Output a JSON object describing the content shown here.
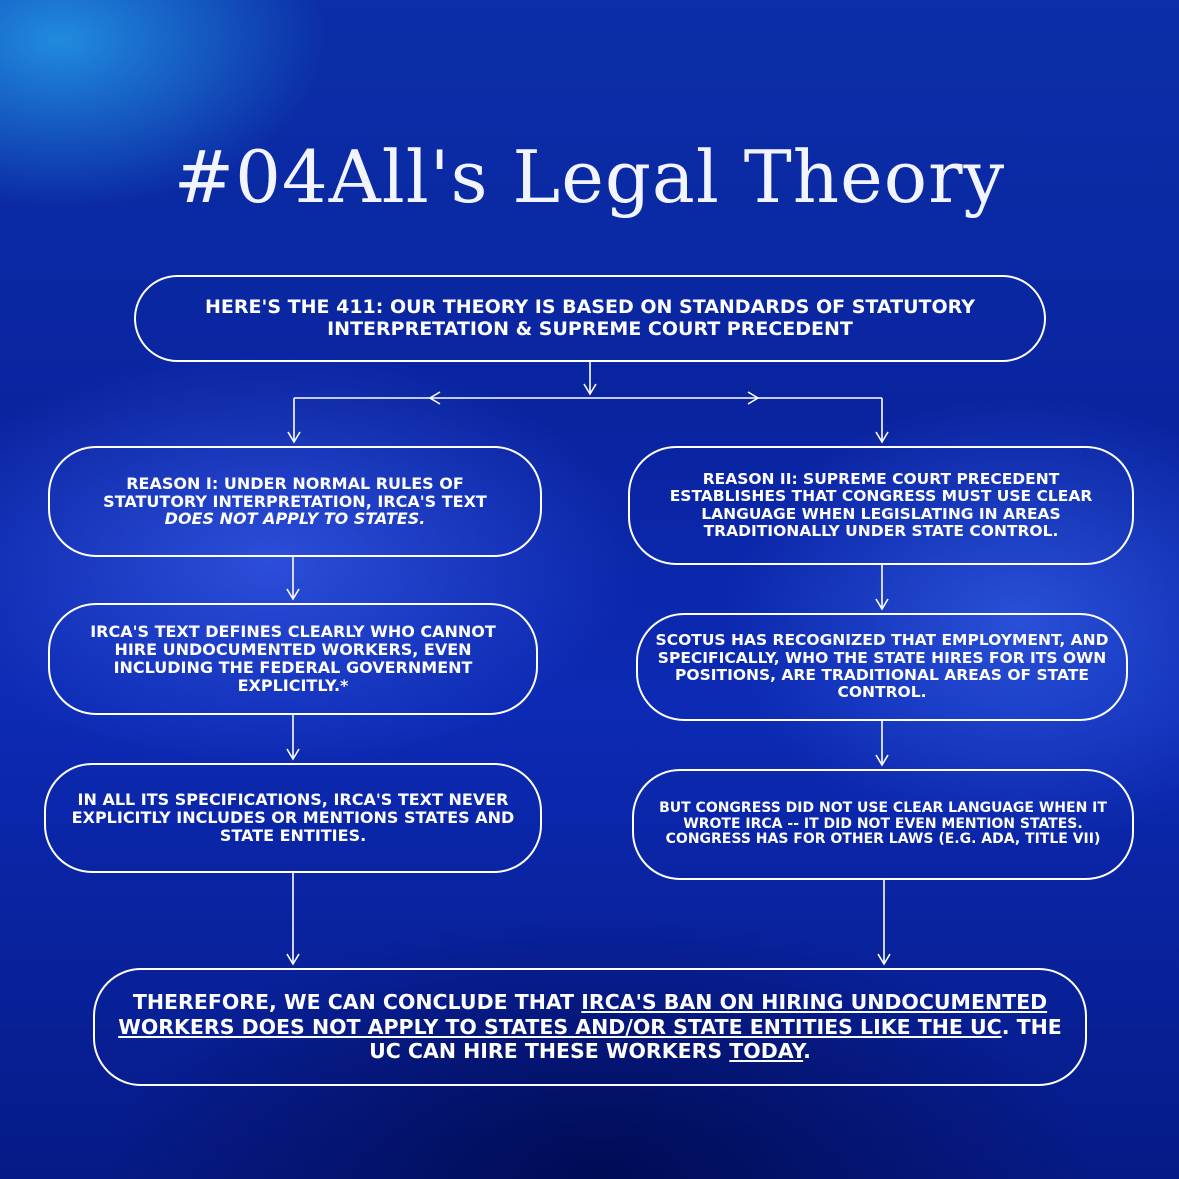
{
  "title": "#04All's Legal Theory",
  "intro": "HERE'S THE 411: OUR THEORY IS BASED ON STANDARDS OF STATUTORY INTERPRETATION & SUPREME COURT PRECEDENT",
  "left": {
    "reason_main": "REASON I: UNDER NORMAL RULES OF STATUTORY INTERPRETATION, IRCA'S TEXT",
    "reason_emphasis": "DOES NOT APPLY TO STATES.",
    "step2": "IRCA'S TEXT DEFINES CLEARLY WHO CANNOT HIRE UNDOCUMENTED WORKERS, EVEN INCLUDING THE FEDERAL GOVERNMENT EXPLICITLY.*",
    "step3": "IN ALL ITS SPECIFICATIONS, IRCA'S TEXT NEVER EXPLICITLY INCLUDES OR MENTIONS STATES AND STATE ENTITIES."
  },
  "right": {
    "reason": "REASON II: SUPREME COURT PRECEDENT ESTABLISHES THAT CONGRESS MUST USE CLEAR LANGUAGE WHEN LEGISLATING IN AREAS TRADITIONALLY UNDER STATE CONTROL.",
    "step2": "SCOTUS HAS RECOGNIZED THAT EMPLOYMENT, AND SPECIFICALLY, WHO THE STATE HIRES FOR ITS OWN POSITIONS, ARE TRADITIONAL AREAS OF STATE CONTROL.",
    "step3": "BUT CONGRESS DID NOT USE CLEAR LANGUAGE WHEN IT WROTE IRCA -- IT DID NOT EVEN MENTION STATES. CONGRESS HAS FOR OTHER LAWS (E.G. ADA, TITLE VII)"
  },
  "conclusion": {
    "part1": "THEREFORE, WE CAN CONCLUDE THAT",
    "part2_underlined": "IRCA'S BAN ON HIRING UNDOCUMENTED WORKERS DOES NOT APPLY TO STATES AND/OR STATE ENTITIES LIKE THE UC",
    "part3": ". THE UC CAN HIRE THESE WORKERS",
    "part4_underlined": "TODAY",
    "part5": "."
  },
  "colors": {
    "text": "#ffffff",
    "stroke": "#ffffff"
  }
}
